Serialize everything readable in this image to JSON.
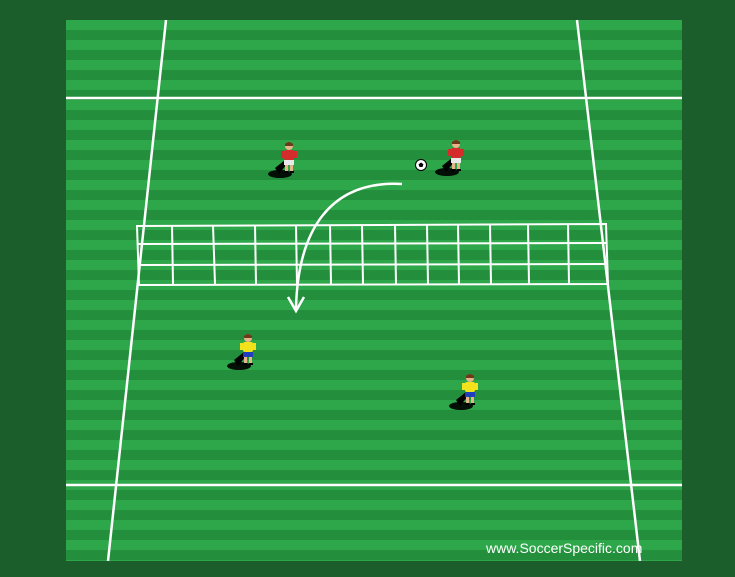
{
  "watermark": {
    "text": "www.SoccerSpecific.com"
  },
  "colors": {
    "border": "#1b5e2b",
    "grass_light": "#2ea64a",
    "grass_dark": "#238f3c",
    "lines": "#ffffff",
    "red_team_shirt": "#d42b2b",
    "red_team_shorts": "#e9e9e9",
    "yellow_team_shirt": "#f2e21c",
    "yellow_team_shorts": "#1f3fbf",
    "skin": "#e8b48a"
  },
  "players": [
    {
      "team": "red",
      "role": "red-player"
    },
    {
      "team": "red",
      "role": "red-player-with-ball"
    },
    {
      "team": "yellow",
      "role": "yellow-player"
    },
    {
      "team": "yellow",
      "role": "yellow-player"
    }
  ],
  "icons": [
    "soccer-ball-icon",
    "pass-arrow-icon"
  ]
}
